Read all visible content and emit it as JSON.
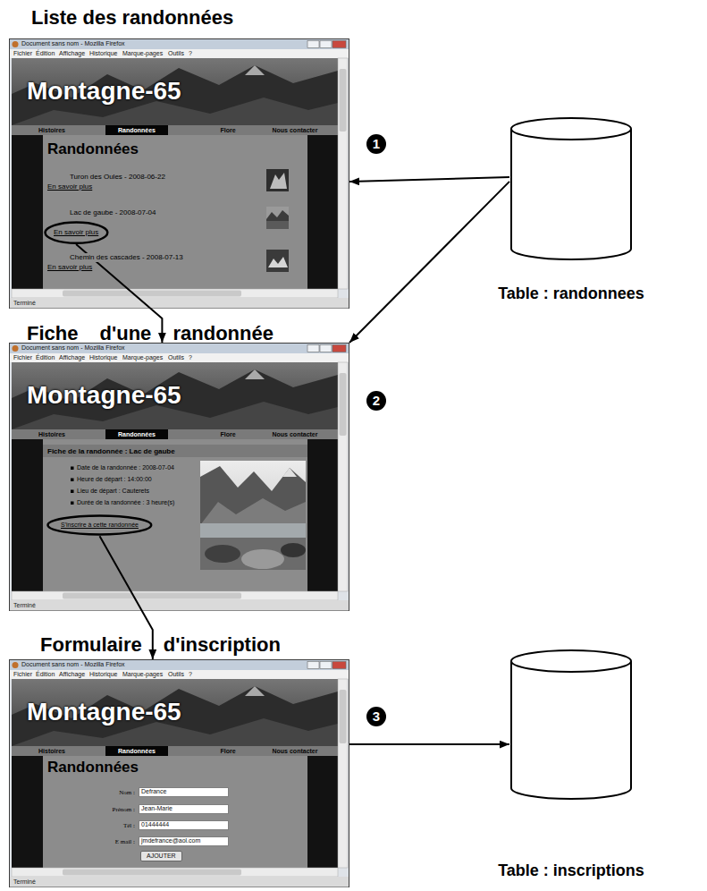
{
  "diagram": {
    "nodes": [
      {
        "text": [
          "Liste des randonnées"
        ]
      },
      {
        "text": [
          "En savoir plus"
        ],
        "in": 0
      },
      {
        "text": [
          "Table : randonnees"
        ]
      },
      {
        "text": [
          "Fiche d'une randonnée"
        ]
      },
      {
        "text": [
          "S'inscrire à cette randonnée"
        ],
        "in": 3
      },
      {
        "text": [
          "Formulaire d'inscription"
        ]
      },
      {
        "text": [
          "Defrance"
        ],
        "in": 5
      },
      {
        "text": [
          "Jean-Marie"
        ],
        "in": 5
      },
      {
        "text": [
          "01444444"
        ],
        "in": 5
      },
      {
        "text": [
          "jmdefrance@aol.com"
        ],
        "in": 5
      },
      {
        "text": [
          "AJOUTER"
        ],
        "in": 5
      },
      {
        "text": [
          "Table : inscriptions"
        ]
      }
    ],
    "edges": [
      {
        "from": 2,
        "to": 0,
        "arrow": "to"
      },
      {
        "from": 1,
        "to": 3,
        "arrow": "to"
      },
      {
        "from": 2,
        "to": 3,
        "arrow": "to"
      },
      {
        "from": 4,
        "to": 5,
        "arrow": "to"
      },
      {
        "from": 5,
        "to": 11,
        "arrow": "to"
      }
    ],
    "labels": [
      "Document sans nom - Mozilla Firefox",
      "Fichier",
      "Édition",
      "Affichage",
      "Historique",
      "Marque-pages",
      "Outils",
      "?",
      "Montagne-65",
      "Histoires",
      "Randonnées",
      "Flore",
      "Nous contacter",
      "Terminé",
      "Randonnées",
      "Turon des Oules - 2008-06-22",
      "En savoir plus",
      "Lac de gaube - 2008-07-04",
      "Chemin des cascades - 2008-07-13",
      "En savoir plus",
      "1",
      "Document sans nom - Mozilla Firefox",
      "Fichier",
      "Édition",
      "Affichage",
      "Historique",
      "Marque-pages",
      "Outils",
      "?",
      "Montagne-65",
      "Histoires",
      "Randonnées",
      "Flore",
      "Nous contacter",
      "Terminé",
      "Fiche de la randonnée : Lac de gaube",
      "Date de la randonnée : 2008-07-04",
      "Heure de départ : 14:00:00",
      "Lieu de départ : Cauterets",
      "Durée de la randonnée : 3 heure(s)",
      "2",
      "Document sans nom - Mozilla Firefox",
      "Fichier",
      "Édition",
      "Affichage",
      "Historique",
      "Marque-pages",
      "Outils",
      "?",
      "Montagne-65",
      "Histoires",
      "Randonnées",
      "Flore",
      "Nous contacter",
      "Terminé",
      "Randonnées",
      "Nom :",
      "Prénom :",
      "Tél :",
      "E mail :",
      "3"
    ]
  }
}
